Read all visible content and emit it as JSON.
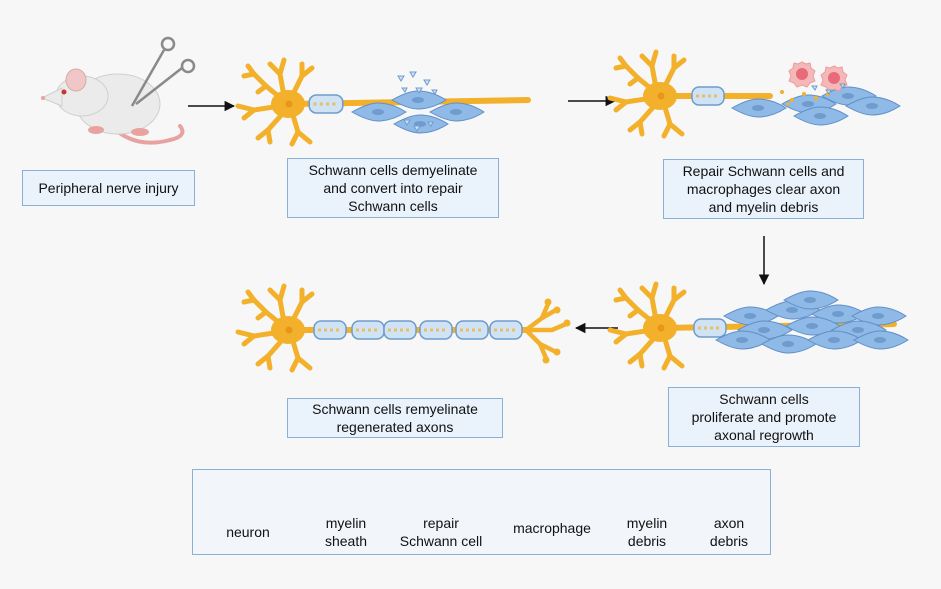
{
  "steps": {
    "injury": "Peripheral nerve injury",
    "demyelinate": "Schwann cells demyelinate\nand convert into repair\nSchwann cells",
    "clear": "Repair Schwann cells and\nmacrophages clear axon\nand myelin debris",
    "proliferate": "Schwann cells\nproliferate and promote\naxonal regrowth",
    "remyelinate": "Schwann cells remyelinate\nregenerated axons"
  },
  "legend": {
    "neuron": "neuron",
    "myelin_sheath": "myelin\nsheath",
    "repair_cell": "repair\nSchwann cell",
    "macrophage": "macrophage",
    "myelin_debris": "myelin\ndebris",
    "axon_debris": "axon\ndebris"
  },
  "colors": {
    "neuron": "#f3b02a",
    "neuron_core": "#e8961a",
    "myelin_fill": "#cfe3f5",
    "myelin_stroke": "#6f9ccc",
    "schwann_fill": "#8fb9e6",
    "schwann_stroke": "#5f8fc7",
    "macrophage": "#f5b8b8",
    "macrophage_core": "#e96a7a",
    "box_fill": "#eaf2fb",
    "box_stroke": "#8ab0d8"
  }
}
